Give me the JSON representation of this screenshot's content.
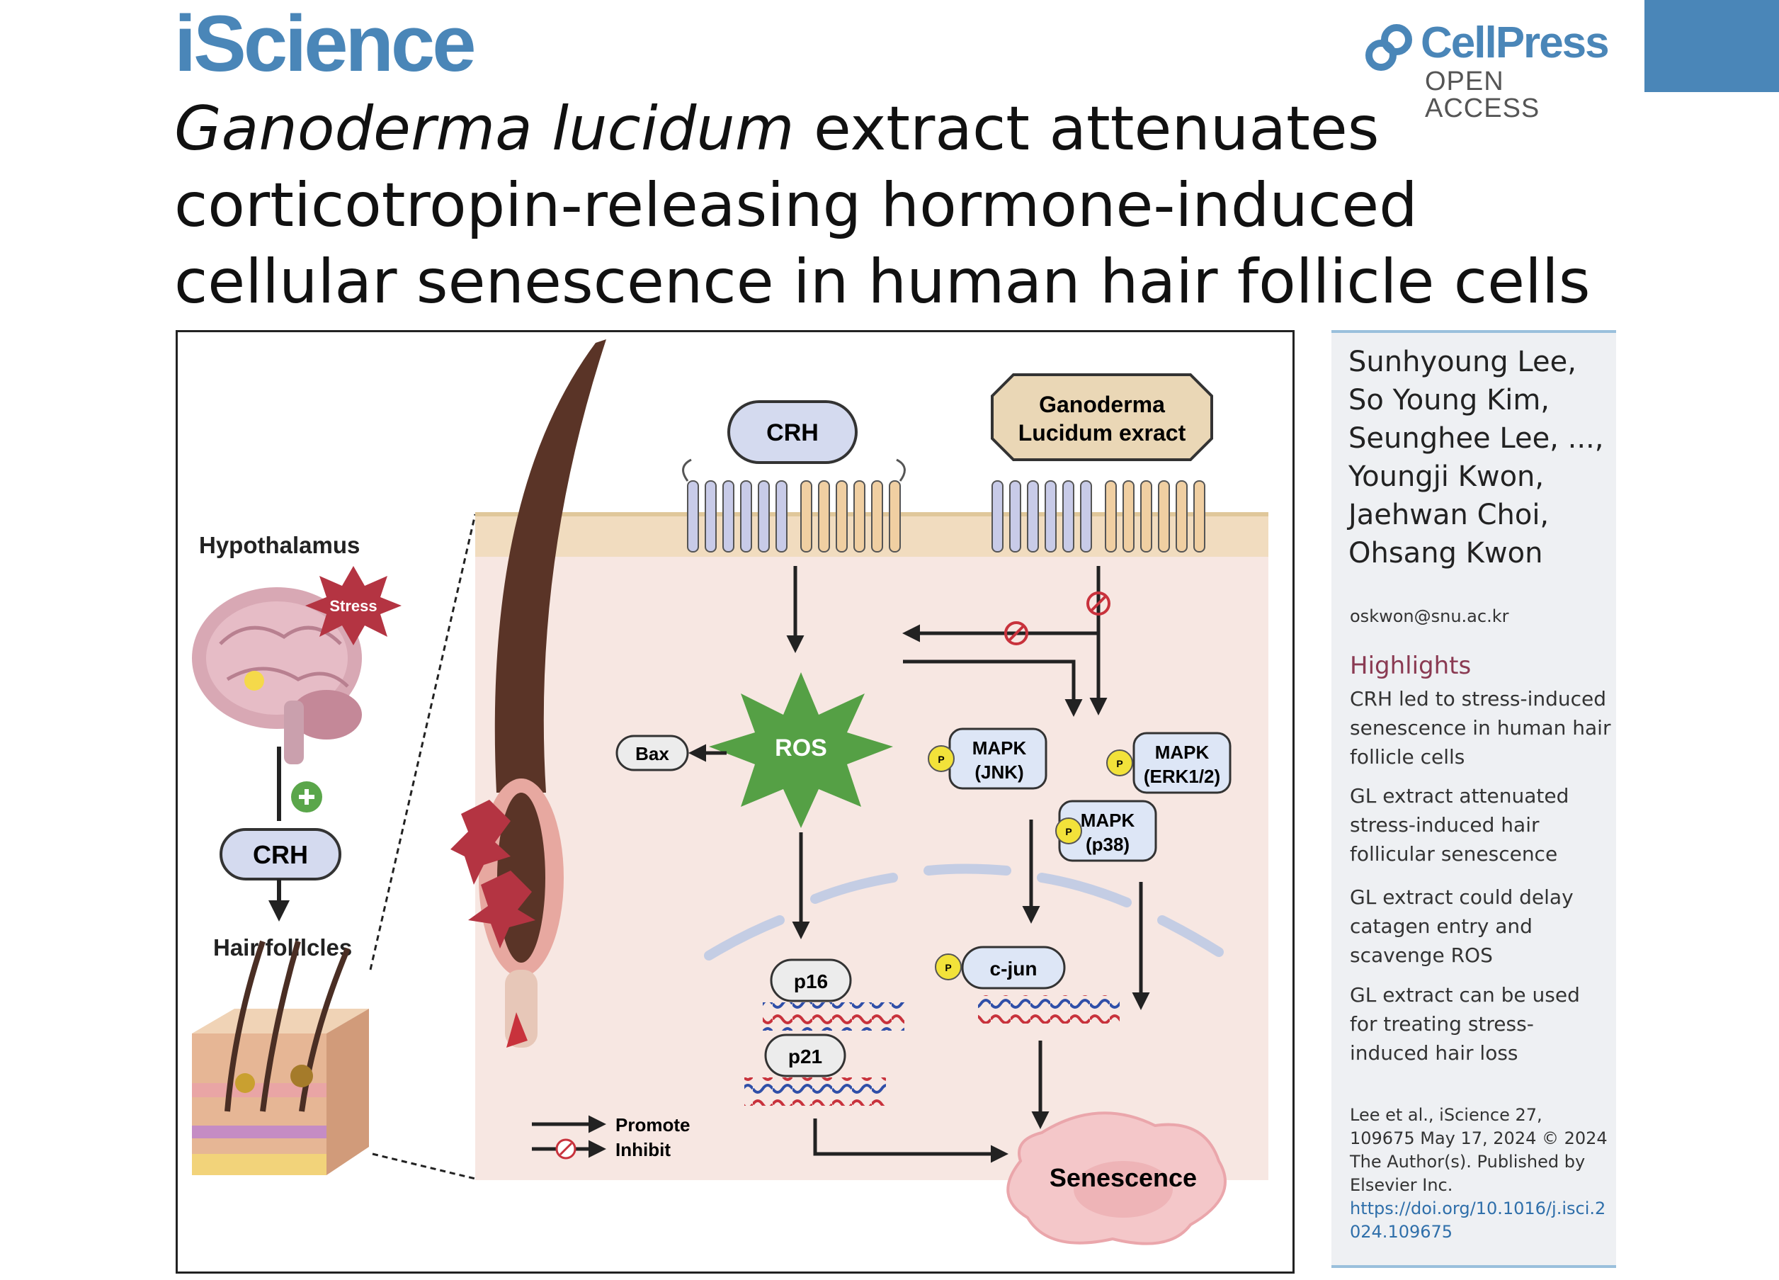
{
  "header": {
    "journal": "iScience",
    "publisher": "CellPress",
    "publisher_sub": "OPEN ACCESS"
  },
  "title": {
    "italic": "Ganoderma lucidum",
    "rest": " extract attenuates corticotropin-releasing hormone-induced cellular senescence in human hair follicle cells"
  },
  "figure": {
    "hypothalamus": "Hypothalamus",
    "stress": "Stress",
    "crh_left": "CRH",
    "hair_follicles": "Hair folilcles",
    "crh_top": "CRH",
    "gl_line1": "Ganoderma",
    "gl_line2": "Lucidum exract",
    "ros": "ROS",
    "bax": "Bax",
    "mapk": "MAPK",
    "jnk": "(JNK)",
    "erk": "(ERK1/2)",
    "p38": "(p38)",
    "p_badge": "P",
    "cjun": "c-jun",
    "p16": "p16",
    "p21": "p21",
    "senescence": "Senescence",
    "legend_promote": "Promote",
    "legend_inhibit": "Inhibit"
  },
  "sidebar": {
    "authors": "Sunhyoung Lee, So Young Kim, Seunghee Lee, ..., Youngji Kwon, Jaehwan Choi, Ohsang Kwon",
    "email": "oskwon@snu.ac.kr",
    "highlights_heading": "Highlights",
    "highlights": [
      "CRH led to stress-induced senescence in human hair follicle cells",
      "GL extract attenuated stress-induced hair follicular senescence",
      "GL extract could delay catagen entry and scavenge ROS",
      "GL extract can be used for treating stress-induced hair loss"
    ],
    "citation": "Lee et al., iScience 27, 109675 May 17, 2024 © 2024 The Author(s). Published by Elsevier Inc.",
    "doi": "https://doi.org/10.1016/j.isci.2024.109675"
  },
  "colors": {
    "brand_blue": "#4a86b8",
    "highlight_heading": "#8a3a52",
    "ros_green": "#55a045",
    "stress_red": "#b43442"
  }
}
